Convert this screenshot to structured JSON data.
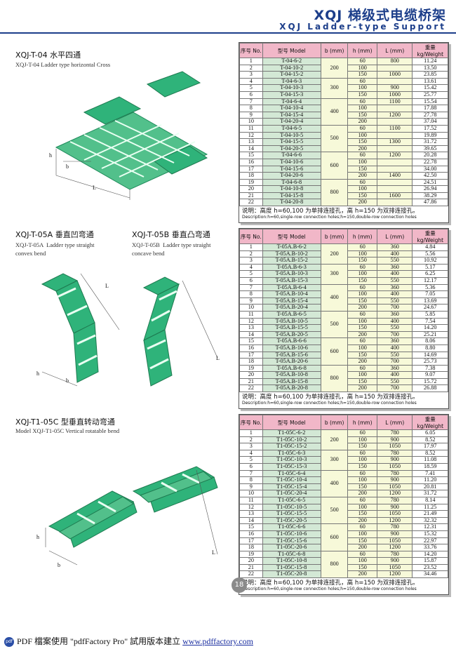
{
  "header": {
    "title_cn": "XQJ 梯级式电缆桥架",
    "title_en": "XQJ Ladder-type Support"
  },
  "sections": [
    {
      "title": "XQJ-T-04 水平四通",
      "subtitle": "XQJ-T-04  Ladder type horizontal Cross",
      "fig_labels": {
        "b": "b",
        "h": "h",
        "L": "L"
      },
      "table": {
        "headers": [
          "序号 No.",
          "型号 Model",
          "b (mm)",
          "h (mm)",
          "L (mm)",
          "重量 kg/Weight"
        ],
        "rows": [
          [
            "1",
            "T-04-6-2",
            "60",
            "800",
            "11.24"
          ],
          [
            "2",
            "T-04-10-2",
            "100",
            "",
            "13.50"
          ],
          [
            "3",
            "T-04-15-2",
            "150",
            "1000",
            "23.85"
          ],
          [
            "4",
            "T-04-6-3",
            "60",
            "",
            "13.61"
          ],
          [
            "5",
            "T-04-10-3",
            "100",
            "900",
            "15.42"
          ],
          [
            "6",
            "T-04-15-3",
            "150",
            "1000",
            "25.77"
          ],
          [
            "7",
            "T-04-6-4",
            "60",
            "1100",
            "15.54"
          ],
          [
            "8",
            "T-04-10-4",
            "100",
            "",
            "17.88"
          ],
          [
            "9",
            "T-04-15-4",
            "150",
            "1200",
            "27.78"
          ],
          [
            "10",
            "T-04-20-4",
            "200",
            "",
            "37.04"
          ],
          [
            "11",
            "T-04-6-5",
            "60",
            "1100",
            "17.52"
          ],
          [
            "12",
            "T-04-10-5",
            "100",
            "",
            "19.89"
          ],
          [
            "13",
            "T-04-15-5",
            "150",
            "1300",
            "31.72"
          ],
          [
            "14",
            "T-04-20-5",
            "200",
            "",
            "39.65"
          ],
          [
            "15",
            "T-04-6-6",
            "60",
            "1200",
            "20.28"
          ],
          [
            "16",
            "T-04-10-6",
            "100",
            "",
            "22.78"
          ],
          [
            "17",
            "T-04-15-6",
            "150",
            "",
            "34.00"
          ],
          [
            "18",
            "T-04-20-6",
            "200",
            "1400",
            "42.50"
          ],
          [
            "19",
            "T-04-6-8",
            "60",
            "",
            "24.51"
          ],
          [
            "20",
            "T-04-10-8",
            "100",
            "",
            "26.94"
          ],
          [
            "21",
            "T-04-15-8",
            "150",
            "1600",
            "38.29"
          ],
          [
            "22",
            "T-04-20-8",
            "200",
            "",
            "47.86"
          ]
        ],
        "b_groups": [
          {
            "value": "200",
            "start": 0,
            "span": 3
          },
          {
            "value": "300",
            "start": 3,
            "span": 3
          },
          {
            "value": "400",
            "start": 6,
            "span": 4
          },
          {
            "value": "500",
            "start": 10,
            "span": 4
          },
          {
            "value": "600",
            "start": 14,
            "span": 4
          },
          {
            "value": "800",
            "start": 18,
            "span": 4
          }
        ],
        "note": "说明：高度 h=60,100 为单排连接孔，高 h=150 为双排连接孔。",
        "note_en": "Description:h=60,single-row connection holes;h=150,double-row connection holes"
      }
    },
    {
      "title": "XQJ-T-05A 垂直凹弯通",
      "subtitle": "XQJ-T-05A  Ladder type straight\nconvex bend",
      "title2": "XQJ-T-05B 垂直凸弯通",
      "subtitle2": "XQJ-T-05B  Ladder type straight\nconcave bend",
      "fig_labels": {
        "b": "b",
        "h": "h",
        "L": "L"
      },
      "table": {
        "headers": [
          "序号 No.",
          "型号 Model",
          "b (mm)",
          "h (mm)",
          "L (mm)",
          "重量 kg/Weight"
        ],
        "rows": [
          [
            "1",
            "T-05A.B-6-2",
            "60",
            "360",
            "4.84"
          ],
          [
            "2",
            "T-05A.B-10-2",
            "100",
            "400",
            "5.56"
          ],
          [
            "3",
            "T-05A.B-15-2",
            "150",
            "550",
            "10.92"
          ],
          [
            "4",
            "T-05A.B-6-3",
            "60",
            "360",
            "5.17"
          ],
          [
            "5",
            "T-05A.B-10-3",
            "100",
            "400",
            "6.25"
          ],
          [
            "6",
            "T-05A.B-15-3",
            "150",
            "550",
            "12.17"
          ],
          [
            "7",
            "T-05A.B-6-4",
            "60",
            "360",
            "5.36"
          ],
          [
            "8",
            "T-05A.B-10-4",
            "100",
            "400",
            "7.05"
          ],
          [
            "9",
            "T-05A.B-15-4",
            "150",
            "550",
            "13.69"
          ],
          [
            "10",
            "T-05A.B-20-4",
            "200",
            "700",
            "24.67"
          ],
          [
            "11",
            "T-05A.B-6-5",
            "60",
            "360",
            "5.85"
          ],
          [
            "12",
            "T-05A.B-10-5",
            "100",
            "400",
            "7.54"
          ],
          [
            "13",
            "T-05A.B-15-5",
            "150",
            "550",
            "14.20"
          ],
          [
            "14",
            "T-05A.B-20-5",
            "200",
            "700",
            "25.21"
          ],
          [
            "15",
            "T-05A.B-6-6",
            "60",
            "360",
            "8.06"
          ],
          [
            "16",
            "T-05A.B-10-6",
            "100",
            "400",
            "8.80"
          ],
          [
            "17",
            "T-05A.B-15-6",
            "150",
            "550",
            "14.69"
          ],
          [
            "18",
            "T-05A.B-20-6",
            "200",
            "700",
            "25.73"
          ],
          [
            "19",
            "T-05A.B-6-8",
            "60",
            "360",
            "7.38"
          ],
          [
            "20",
            "T-05A.B-10-8",
            "100",
            "400",
            "9.07"
          ],
          [
            "21",
            "T-05A.B-15-8",
            "150",
            "550",
            "15.72"
          ],
          [
            "22",
            "T-05A.B-20-8",
            "200",
            "700",
            "26.88"
          ]
        ],
        "b_groups": [
          {
            "value": "200",
            "start": 0,
            "span": 3
          },
          {
            "value": "300",
            "start": 3,
            "span": 3
          },
          {
            "value": "400",
            "start": 6,
            "span": 4
          },
          {
            "value": "500",
            "start": 10,
            "span": 4
          },
          {
            "value": "600",
            "start": 14,
            "span": 4
          },
          {
            "value": "800",
            "start": 18,
            "span": 4
          }
        ],
        "note": "说明：高度 h=60,100 为单排连接孔，高 h=150 为双排连接孔。",
        "note_en": "Description:h=60,single-row connection holes;h=150,double-row connection holes"
      }
    },
    {
      "title": "XQJ-T1-05C 型垂直转动弯通",
      "subtitle": "Model XQJ-T1-05C Vertical rotatable bend",
      "fig_labels": {
        "b": "b",
        "h": "h",
        "L": "L"
      },
      "table": {
        "headers": [
          "序号 No.",
          "型号 Model",
          "b (mm)",
          "h (mm)",
          "L (mm)",
          "重量 kg/Weight"
        ],
        "rows": [
          [
            "1",
            "T1-05C-6-2",
            "60",
            "780",
            "6.05"
          ],
          [
            "2",
            "T1-05C-10-2",
            "100",
            "900",
            "8.52"
          ],
          [
            "3",
            "T1-05C-15-2",
            "150",
            "1050",
            "17.97"
          ],
          [
            "4",
            "T1-05C-6-3",
            "60",
            "780",
            "8.52"
          ],
          [
            "5",
            "T1-05C-10-3",
            "100",
            "900",
            "11.08"
          ],
          [
            "6",
            "T1-05C-15-3",
            "150",
            "1050",
            "18.59"
          ],
          [
            "7",
            "T1-05C-6-4",
            "60",
            "780",
            "7.41"
          ],
          [
            "8",
            "T1-05C-10-4",
            "100",
            "900",
            "11.20"
          ],
          [
            "9",
            "T1-05C-15-4",
            "150",
            "1050",
            "20.81"
          ],
          [
            "10",
            "T1-05C-20-4",
            "200",
            "1200",
            "31.72"
          ],
          [
            "11",
            "T1-05C-6-5",
            "60",
            "780",
            "8.14"
          ],
          [
            "12",
            "T1-05C-10-5",
            "100",
            "900",
            "11.25"
          ],
          [
            "13",
            "T1-05C-15-5",
            "150",
            "1050",
            "21.49"
          ],
          [
            "14",
            "T1-05C-20-5",
            "200",
            "1200",
            "32.32"
          ],
          [
            "15",
            "T1-05C-6-6",
            "60",
            "780",
            "12.31"
          ],
          [
            "16",
            "T1-05C-10-6",
            "100",
            "900",
            "15.32"
          ],
          [
            "17",
            "T1-05C-15-6",
            "150",
            "1050",
            "22.97"
          ],
          [
            "18",
            "T1-05C-20-6",
            "200",
            "1200",
            "33.76"
          ],
          [
            "19",
            "T1-05C-6-8",
            "60",
            "780",
            "14.20"
          ],
          [
            "20",
            "T1-05C-10-8",
            "100",
            "900",
            "15.87"
          ],
          [
            "21",
            "T1-05C-15-8",
            "150",
            "1050",
            "23.52"
          ],
          [
            "22",
            "T1-05C-20-8",
            "200",
            "1200",
            "34.46"
          ]
        ],
        "b_groups": [
          {
            "value": "200",
            "start": 0,
            "span": 3
          },
          {
            "value": "300",
            "start": 3,
            "span": 3
          },
          {
            "value": "400",
            "start": 6,
            "span": 4
          },
          {
            "value": "500",
            "start": 10,
            "span": 4
          },
          {
            "value": "600",
            "start": 14,
            "span": 4
          },
          {
            "value": "800",
            "start": 18,
            "span": 4
          }
        ],
        "note": "说明：高度 h=60,100 为单排连接孔，高 h=150 为双排连接孔。",
        "note_en": "Description:h=60,single-row connection holes;h=150,double-row connection holes"
      }
    }
  ],
  "page_number": "18",
  "footer": {
    "text": "PDF 檔案使用 \"pdfFactory Pro\" 試用版本建立 ",
    "link": "www.pdffactory.com",
    "icon_label": "pdf"
  },
  "colors": {
    "accent": "#1c3e8a",
    "tray_green": "#2fb37a",
    "header_pink": "#f1b7c8",
    "model_green": "#d3e8d5",
    "cell_yellow": "#f7f9d9"
  }
}
